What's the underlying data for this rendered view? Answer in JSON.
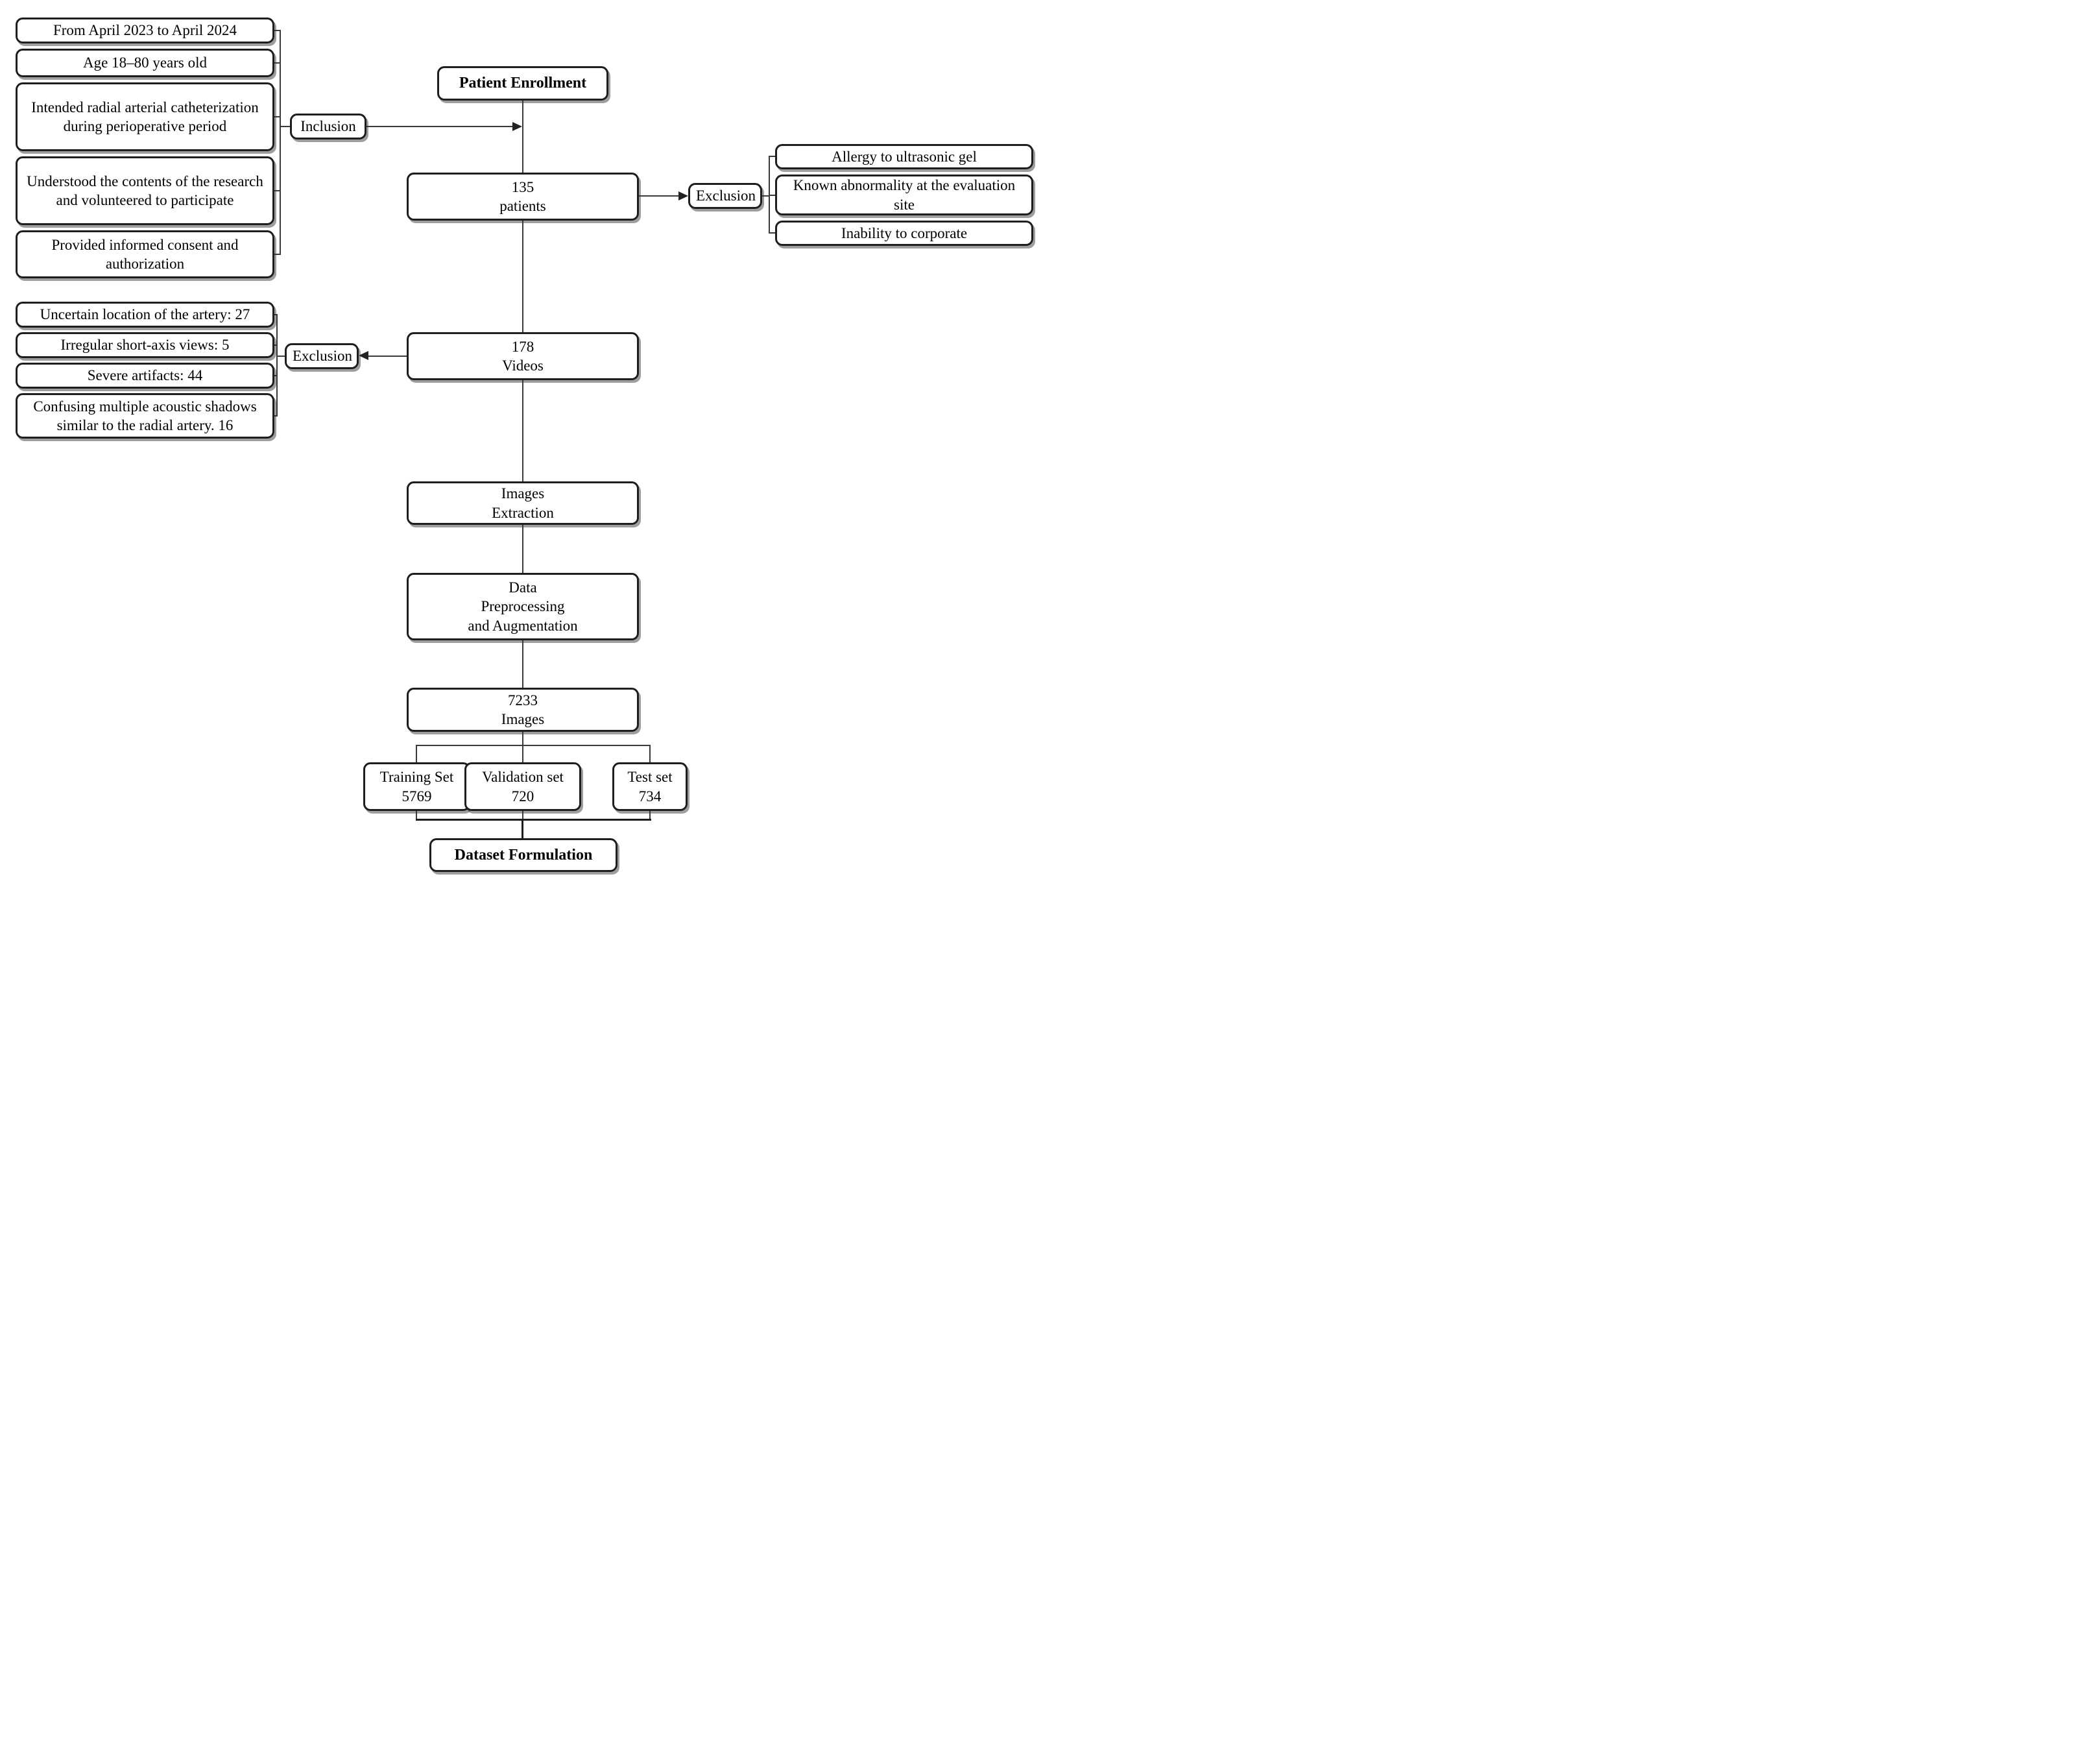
{
  "figure": {
    "background": "#ffffff",
    "line_color": "#3a3a3a",
    "border_color": "#1e1e1e"
  },
  "enrollment": {
    "title": "Patient Enrollment"
  },
  "inclusion": {
    "label": "Inclusion",
    "items": [
      "From April 2023 to April 2024",
      "Age 18–80 years old",
      "Intended radial arterial catheterization during perioperative period",
      "Understood the contents of the research and volunteered to participate",
      "Provided informed consent and authorization"
    ]
  },
  "patients": {
    "value": "135",
    "label": "patients"
  },
  "exclusion_patients": {
    "label": "Exclusion",
    "items": [
      "Allergy to ultrasonic gel",
      "Known abnormality at the evaluation site",
      "Inability to corporate"
    ]
  },
  "videos": {
    "value": "178",
    "label": "Videos"
  },
  "exclusion_videos": {
    "label": "Exclusion",
    "items": [
      "Uncertain location of the artery: 27",
      "Irregular short-axis views: 5",
      "Severe artifacts: 44",
      "Confusing multiple acoustic shadows similar to the radial artery. 16"
    ]
  },
  "images_extraction": {
    "line1": "Images",
    "line2": "Extraction"
  },
  "preprocessing": {
    "line1": "Data",
    "line2": "Preprocessing",
    "line3": "and Augmentation"
  },
  "images_total": {
    "value": "7233",
    "label": "Images"
  },
  "splits": {
    "training": {
      "label": "Training Set",
      "value": "5769"
    },
    "validation": {
      "label": "Validation set",
      "value": "720"
    },
    "test": {
      "label": "Test set",
      "value": "734"
    }
  },
  "dataset_formulation": {
    "title": "Dataset Formulation"
  }
}
